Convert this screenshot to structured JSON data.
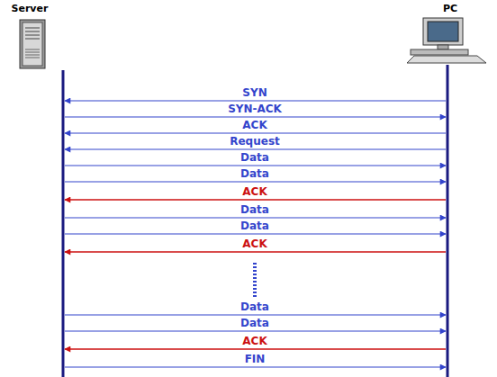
{
  "diagram": {
    "labels": [
      "Server",
      "PC",
      "SYN",
      "SYN-ACK",
      "ACK",
      "Request",
      "Data",
      "Data",
      "ACK",
      "Data",
      "Data",
      "ACK",
      "Data",
      "Data",
      "ACK",
      "FIN"
    ]
  }
}
